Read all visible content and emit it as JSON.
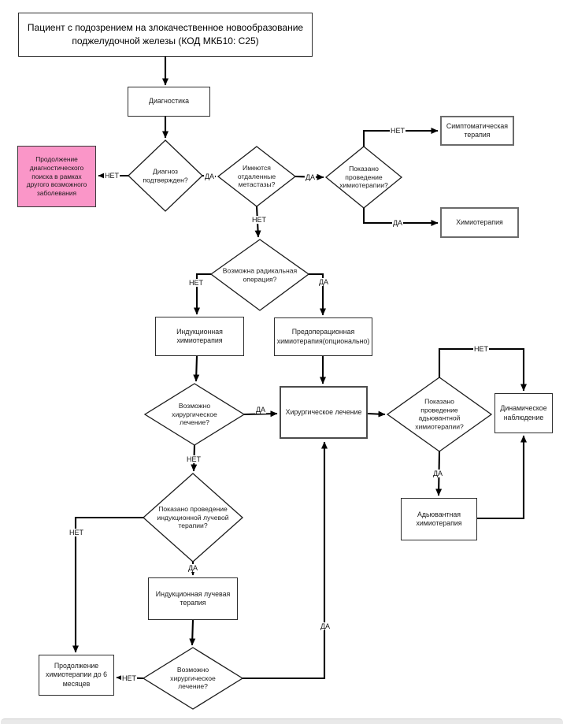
{
  "diagram": {
    "title": "Пациент с подозрением на злокачественное новообразование поджелудочной железы (КОД МКБ10: С25)",
    "nodes": {
      "diagnostics": "Диагностика",
      "diagnosis_confirmed": "Диагноз подтвержден?",
      "continue_search": "Продолжение диагностического поиска в рамках другого возможного заболевания",
      "distant_metastases": "Имеются отдаленные метастазы?",
      "chemo_indicated": "Показано проведение химиотерапии?",
      "symptomatic": "Симптоматическая терапия",
      "chemotherapy": "Химиотерапия",
      "radical_operation": "Возможна радикальная операция?",
      "induction_chemo": "Индукционная химиотерапия",
      "preop_chemo": "Предоперационная химиотерапия(опционально)",
      "surgery_possible_1": "Возможно хирургическое лечение?",
      "surgery": "Хирургическое лечение",
      "adjuvant_indicated": "Показано проведение адьювантной химиотерапии?",
      "dynamic_observation": "Динамическое наблюдение",
      "adjuvant_chemo": "Адьювантная химиотерапия",
      "induction_rt_indicated": "Показано проведение индукционной лучевой терапии?",
      "induction_rt": "Индукционная лучевая терапия",
      "surgery_possible_2": "Возможно хирургическое лечение?",
      "continue_chemo_6m": "Продолжение химиотерапии до 6 месяцев"
    },
    "labels": {
      "yes": "ДА",
      "no": "НЕТ"
    },
    "colors": {
      "highlight_pink": "#fa96c8",
      "line": "#000000",
      "box_border": "#2e2e2e"
    }
  }
}
